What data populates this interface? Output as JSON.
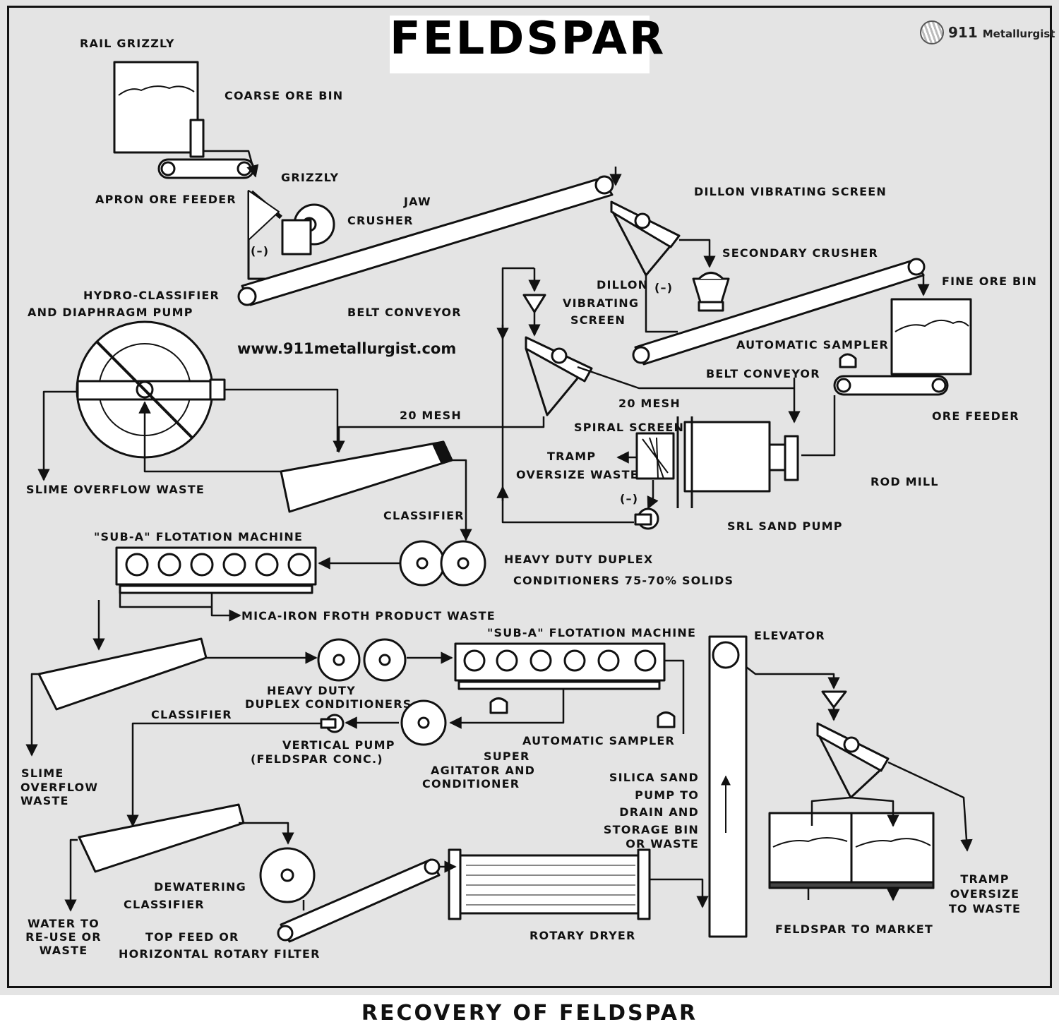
{
  "title": "FELDSPAR",
  "logo": {
    "number": "911",
    "name": "Metallurgist"
  },
  "website": "www.911metallurgist.com",
  "caption": "RECOVERY OF FELDSPAR",
  "colors": {
    "background": "#e4e4e4",
    "ink": "#111111",
    "equipment_fill": "#ffffff"
  },
  "labels": {
    "rail_grizzly": "RAIL GRIZZLY",
    "coarse_ore_bin": "COARSE ORE BIN",
    "apron_ore_feeder": "APRON ORE FEEDER",
    "grizzly": "GRIZZLY",
    "jaw": "JAW",
    "crusher": "CRUSHER",
    "minus_1": "(–)",
    "dillon_vibrating_screen_top": "DILLON VIBRATING SCREEN",
    "secondary_crusher": "SECONDARY CRUSHER",
    "fine_ore_bin": "FINE ORE BIN",
    "hydro_classifier": "HYDRO-CLASSIFIER",
    "diaphragm_pump": "AND DIAPHRAGM PUMP",
    "belt_conveyor_1": "BELT CONVEYOR",
    "dillon": "DILLON",
    "minus_2": "(–)",
    "vibrating": "VIBRATING",
    "screen": "SCREEN",
    "automatic_sampler_top": "AUTOMATIC SAMPLER",
    "belt_conveyor_2": "BELT CONVEYOR",
    "mesh_20_left": "20 MESH",
    "mesh_20_right": "20 MESH",
    "spiral_screen": "SPIRAL SCREEN",
    "ore_feeder": "ORE FEEDER",
    "tramp": "TRAMP",
    "oversize_waste": "OVERSIZE WASTE",
    "minus_3": "(–)",
    "rod_mill": "ROD MILL",
    "slime_overflow_waste_1": "SLIME OVERFLOW WASTE",
    "classifier_1": "CLASSIFIER",
    "srl_sand_pump": "SRL SAND PUMP",
    "sub_a_1": "\"SUB-A\" FLOTATION MACHINE",
    "heavy_duty_duplex": "HEAVY DUTY DUPLEX",
    "conditioners_solids": "CONDITIONERS 75-70% SOLIDS",
    "mica_iron": "MICA-IRON FROTH PRODUCT WASTE",
    "sub_a_2": "\"SUB-A\" FLOTATION MACHINE",
    "elevator": "ELEVATOR",
    "heavy_duty_2": "HEAVY DUTY",
    "duplex_conditioners_2": "DUPLEX CONDITIONERS",
    "classifier_2": "CLASSIFIER",
    "vertical_pump": "VERTICAL PUMP",
    "feldspar_conc": "(FELDSPAR CONC.)",
    "automatic_sampler_bottom": "AUTOMATIC SAMPLER",
    "slime_2": "SLIME",
    "overflow_2": "OVERFLOW",
    "waste_2": "WASTE",
    "super": "SUPER",
    "agitator_and": "AGITATOR AND",
    "conditioner": "CONDITIONER",
    "silica_sand": "SILICA SAND",
    "pump_to": "PUMP TO",
    "drain_and": "DRAIN AND",
    "storage_bin": "STORAGE BIN",
    "or_waste": "OR WASTE",
    "dewatering": "DEWATERING",
    "classifier_3": "CLASSIFIER",
    "water_to": "WATER TO",
    "re_use_or": "RE-USE OR",
    "waste_3": "WASTE",
    "top_feed_or": "TOP FEED OR",
    "horizontal_rotary_filter": "HORIZONTAL ROTARY FILTER",
    "rotary_dryer": "ROTARY DRYER",
    "feldspar_to_market": "FELDSPAR TO MARKET",
    "tramp_2": "TRAMP",
    "oversize_2": "OVERSIZE",
    "to_waste_2": "TO WASTE"
  }
}
